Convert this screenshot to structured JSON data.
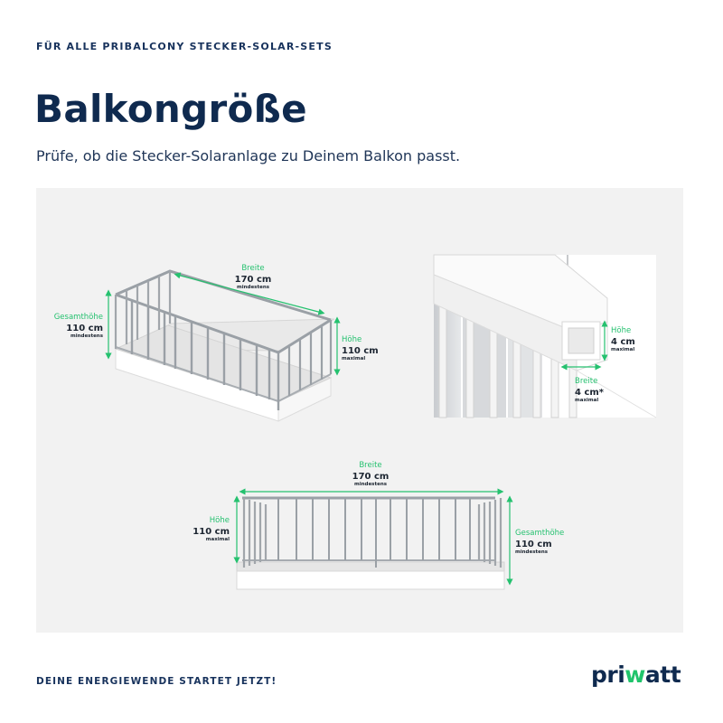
{
  "header": {
    "eyebrow": "FÜR ALLE PRIBALCONY STECKER-SOLAR-SETS",
    "title": "Balkongröße",
    "subtitle": "Prüfe, ob die Stecker-Solaranlage zu Deinem Balkon passt."
  },
  "diagram_perspective": {
    "width_label": "Breite",
    "width_value": "170 cm",
    "width_note": "mindestens",
    "total_height_label": "Gesamthöhe",
    "total_height_value": "110 cm",
    "total_height_note": "mindestens",
    "height_label": "Höhe",
    "height_value": "110 cm",
    "height_note": "maximal"
  },
  "diagram_profile": {
    "height_label": "Höhe",
    "height_value": "4 cm",
    "height_note": "maximal",
    "width_label": "Breite",
    "width_value": "4 cm*",
    "width_note": "maximal"
  },
  "diagram_front": {
    "width_label": "Breite",
    "width_value": "170 cm",
    "width_note": "mindestens",
    "height_label": "Höhe",
    "height_value": "110 cm",
    "height_note": "maximal",
    "total_height_label": "Gesamthöhe",
    "total_height_value": "110 cm",
    "total_height_note": "mindestens"
  },
  "footer": {
    "slogan": "DEINE ENERGIEWENDE STARTET JETZT!",
    "brand_main": "pri",
    "brand_accent": "w",
    "brand_rest": "att"
  },
  "colors": {
    "navy": "#0f2a4f",
    "accent_green": "#25c16f",
    "panel_bg": "#f2f2f2"
  }
}
